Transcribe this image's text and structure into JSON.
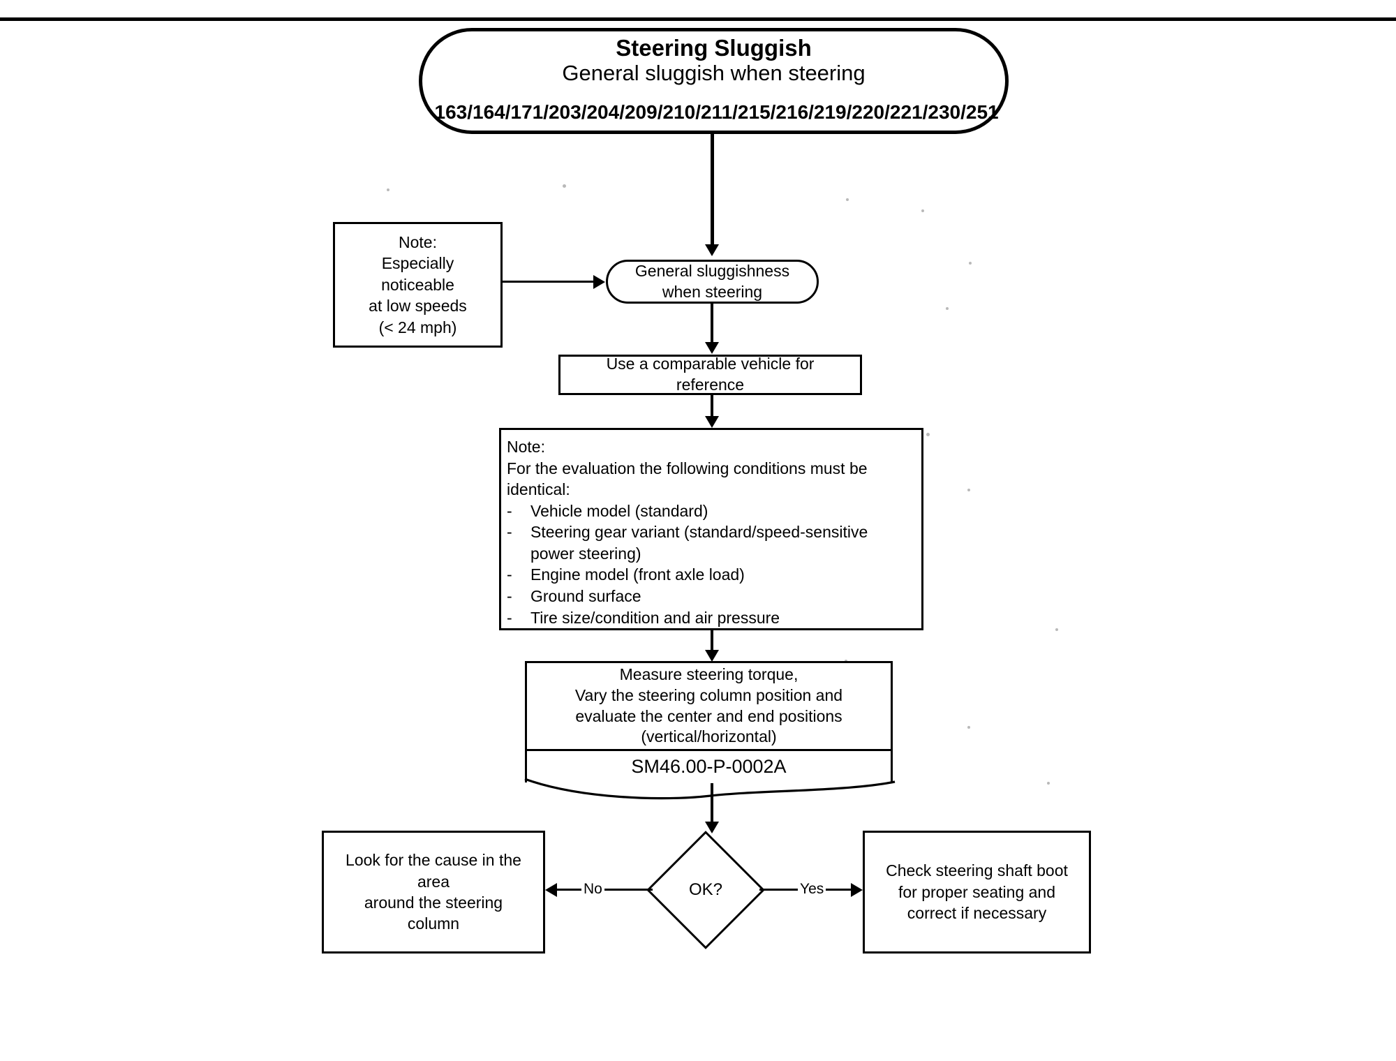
{
  "diagram": {
    "title": "Steering Sluggish",
    "subtitle": "General sluggish when steering",
    "codes": "163/164/171/203/204/209/210/211/215/216/219/220/221/230/251",
    "nodes": {
      "note_low_speed": {
        "lines": [
          "Note:",
          "Especially",
          "noticeable",
          "at low speeds",
          "(< 24 mph)"
        ]
      },
      "general_sluggishness": {
        "line1": "General sluggishness",
        "line2": "when steering"
      },
      "comparable_vehicle": {
        "line1": "Use a comparable vehicle for",
        "line2": "reference"
      },
      "note_conditions": {
        "heading": "Note:",
        "intro_line1": "For the evaluation the following conditions must be",
        "intro_line2": "identical:",
        "items": [
          "Vehicle model (standard)",
          "Steering gear variant (standard/speed-sensitive",
          "Engine model (front axle load)",
          "Ground surface",
          "Tire size/condition and air pressure"
        ],
        "item2_continuation": "power steering)"
      },
      "measure_torque": {
        "line1": "Measure steering torque,",
        "line2": "Vary the steering column position and",
        "line3": "evaluate the center and end positions",
        "line4": "(vertical/horizontal)"
      },
      "document_reference": "SM46.00-P-0002A",
      "decision_ok": "OK?",
      "cause_column": {
        "line1": "Look for the cause in the",
        "line2": "area",
        "line3": "around the steering",
        "line4": "column"
      },
      "check_boot": {
        "line1": "Check steering shaft boot",
        "line2": "for proper seating and",
        "line3": "correct if necessary"
      }
    },
    "edges": {
      "no_label": "No",
      "yes_label": "Yes"
    },
    "colors": {
      "ink": "#000000",
      "page": "#ffffff"
    }
  }
}
